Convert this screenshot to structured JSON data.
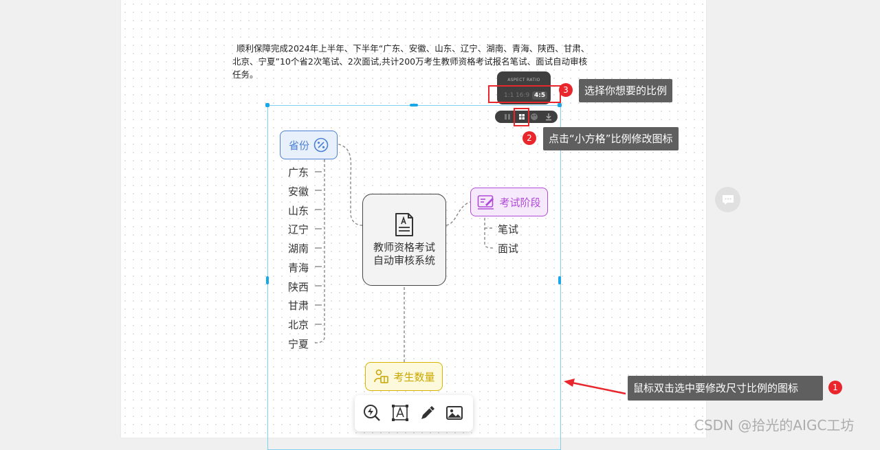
{
  "document": {
    "paragraph": "顺利保障完成2024年上半年、下半年“广东、安徽、山东、辽宁、湖南、青海、陕西、甘肃、北京、宁夏”10个省2次笔试、2次面试,共计200万考生教师资格考试报名笔试、面试自动审核任务。"
  },
  "mindmap": {
    "central": "教师资格考试自动审核系统",
    "provinces_title": "省份",
    "provinces": [
      "广东",
      "安徽",
      "山东",
      "辽宁",
      "湖南",
      "青海",
      "陕西",
      "甘肃",
      "北京",
      "宁夏"
    ],
    "exam_stage_title": "考试阶段",
    "exam_stages": [
      "笔试",
      "面试"
    ],
    "candidates_title": "考生数量"
  },
  "aspect_ratio_popover": {
    "title": "ASPECT RATIO",
    "options": [
      "1:1",
      "16:9",
      "4:5"
    ],
    "selected": "4:5"
  },
  "annotations": {
    "step1": {
      "badge": "1",
      "text": "鼠标双击选中要修改尺寸比例的图标"
    },
    "step2": {
      "badge": "2",
      "text": "点击“小方格”比例修改图标"
    },
    "step3": {
      "badge": "3",
      "text": "选择你想要的比例"
    }
  },
  "watermark": "CSDN @拾光的AIGC工坊",
  "colors": {
    "provinces": "#4a7fd4",
    "exam_stage": "#b04bd8",
    "candidates": "#d8b400",
    "annotation_red": "#e8262b",
    "selection": "#1aa7e8"
  }
}
